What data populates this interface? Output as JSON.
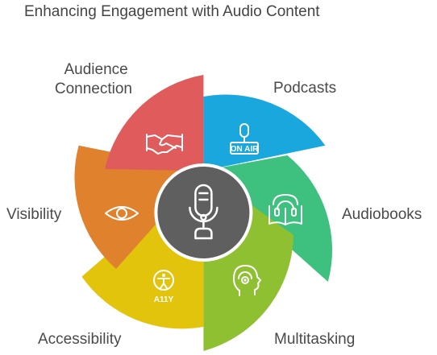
{
  "title": "Enhancing Engagement with Audio Content",
  "center": {
    "icon": "microphone-icon",
    "color": "#5f5f5f"
  },
  "segments": [
    {
      "id": "podcasts",
      "label": "Podcasts",
      "icon": "on-air-microphone-icon",
      "icon_text": "ON AIR",
      "color": "#1aa7de"
    },
    {
      "id": "audiobooks",
      "label": "Audiobooks",
      "icon": "headphones-book-icon",
      "color": "#3ec07f"
    },
    {
      "id": "multitasking",
      "label": "Multitasking",
      "icon": "head-headset-icon",
      "color": "#8fc032"
    },
    {
      "id": "accessibility",
      "label": "Accessibility",
      "icon": "accessibility-person-icon",
      "icon_text": "A11Y",
      "color": "#e3c40c"
    },
    {
      "id": "visibility",
      "label": "Visibility",
      "icon": "eye-icon",
      "color": "#e0812e"
    },
    {
      "id": "audience",
      "label_lines": [
        "Audience",
        "Connection"
      ],
      "icon": "handshake-icon",
      "color": "#e05b5c"
    }
  ]
}
